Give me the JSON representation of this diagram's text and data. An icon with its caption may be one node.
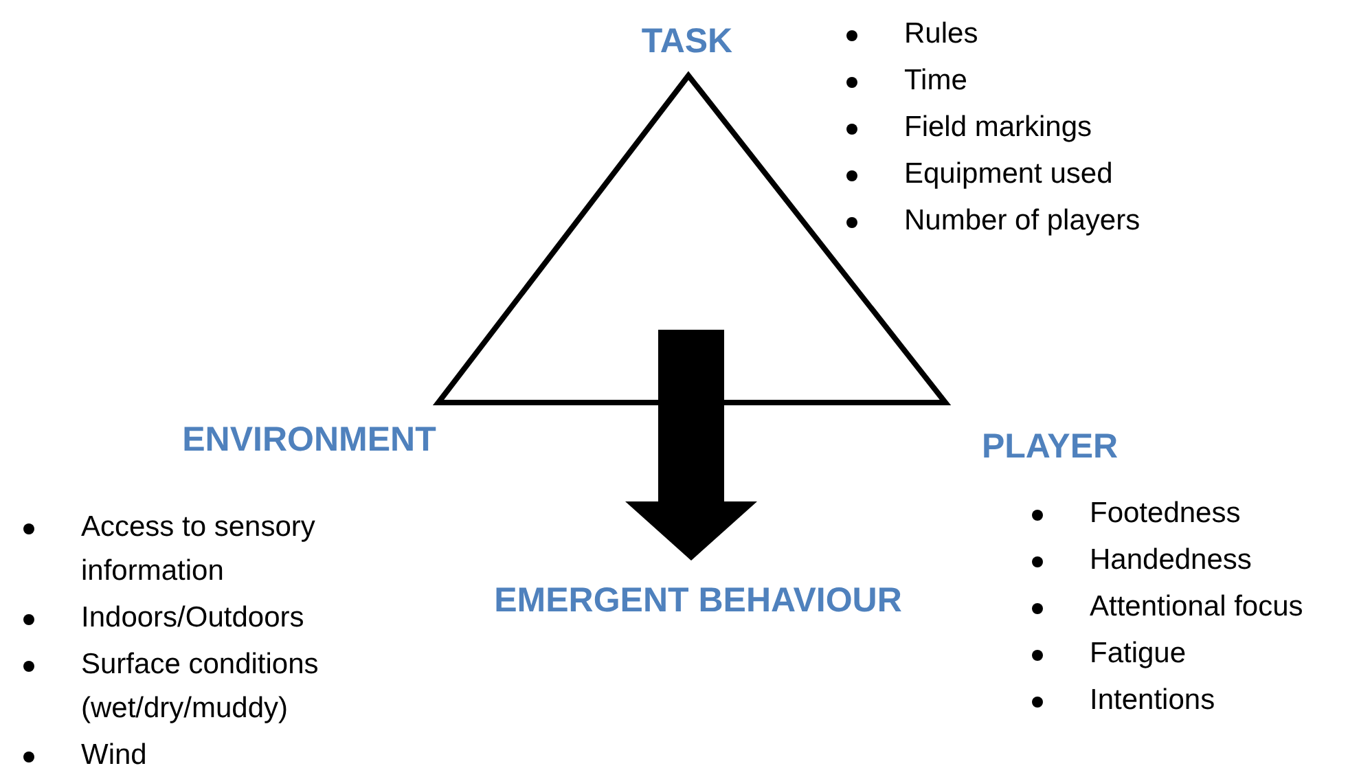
{
  "diagram": {
    "nodes": [
      {
        "text": [],
        "shape": "triangle"
      },
      {
        "text": [
          "EMERGENT BEHAVIOUR"
        ]
      }
    ],
    "edges": [
      {
        "from": 0,
        "to": 1,
        "arrow": "to"
      }
    ],
    "labels": [
      "TASK",
      "Rules",
      "Time",
      "Field markings",
      "Equipment used",
      "Number of players",
      "ENVIRONMENT",
      "Access to sensory information",
      "Indoors/Outdoors",
      "Surface conditions (wet/dry/muddy)",
      "Wind",
      "PLAYER",
      "Footedness",
      "Handedness",
      "Attentional focus",
      "Fatigue",
      "Intentions"
    ]
  }
}
